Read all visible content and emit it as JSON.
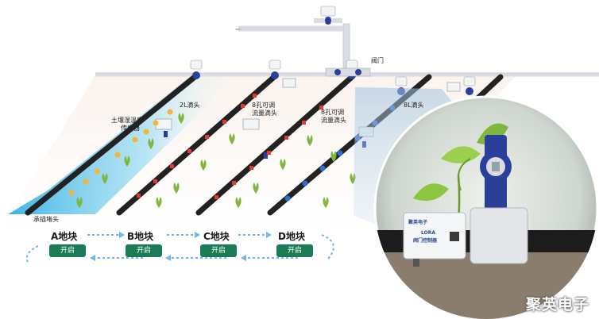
{
  "labels": {
    "valve": "阀门",
    "soil_sensor_line1": "土壤湿温度",
    "soil_sensor_line2": "传感器",
    "drip_2l": "2L滴头",
    "adjustable_8hole_line1": "8孔可调",
    "adjustable_8hole_line2": "流量滴头",
    "adjustable_8hole_b_line1": "8孔可调",
    "adjustable_8hole_b_line2": "流量滴头",
    "drip_8l": "8L滴头",
    "end_plug": "承插堵头"
  },
  "zones": [
    {
      "name": "A地块",
      "button": "开启"
    },
    {
      "name": "B地块",
      "button": "开启"
    },
    {
      "name": "C地块",
      "button": "开启"
    },
    {
      "name": "D地块",
      "button": "开启"
    }
  ],
  "device": {
    "brand": "聚英电子",
    "model": "LORA",
    "subtitle": "阀门控制器"
  },
  "watermark": "聚英电子",
  "colors": {
    "pipe": "#222222",
    "main_pipe": "#d9dde2",
    "zone_a_glow": "#31b7e6",
    "button": "#1a7c52",
    "valve_blue": "#2a3f9a",
    "drip_red": "#e23b2e",
    "drip_yellow": "#f2b53c",
    "drip_blue": "#2e6bd6",
    "arrow": "#6fb6e8"
  }
}
